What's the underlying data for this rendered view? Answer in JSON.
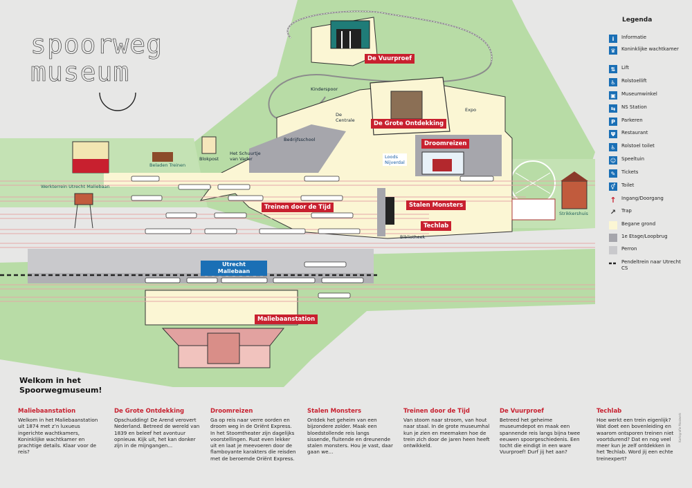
{
  "logo": {
    "line1": "spoorweg",
    "line2": "museum"
  },
  "colors": {
    "red": "#c8202f",
    "green": "#b8dca6",
    "cream": "#fbf6d4",
    "grey_floor": "#a6a6ac",
    "blue": "#1a6fb5",
    "teal": "#1f7c78"
  },
  "map_tags": {
    "vuurproef": "De Vuurproef",
    "grote_ontdekking": "De Grote Ontdekking",
    "droomreizen": "Droomreizen",
    "treinen": "Treinen door de Tijd",
    "stalen": "Stalen Monsters",
    "techlab": "Techlab",
    "maliebaanstation": "Maliebaanstation"
  },
  "map_labels": {
    "kinderspoor": "Kinderspoor",
    "centrale": "De\nCentrale",
    "expo": "Expo",
    "bedrijfsschool": "Bedrijfsschool",
    "schuurtje": "Het Schuurtje\nvan Vader",
    "blokpost": "Blokpost",
    "beladen_treinen": "Beladen Treinen",
    "werkterrein": "Werkterrein Utrecht Maliebaan",
    "loods": "Loods\nNijverdal",
    "bibliotheek": "Bibliotheek",
    "strikkershuis": "Strikkershuis",
    "utrecht_maliebaan": "Utrecht Maliebaan"
  },
  "legend": {
    "title": "Legenda",
    "items": [
      {
        "icon": "info-icon",
        "label": "Informatie"
      },
      {
        "icon": "waiting-room-icon",
        "label": "Koninklijke wachtkamer"
      },
      {
        "icon": "lift-icon",
        "label": "Lift"
      },
      {
        "icon": "wheelchair-lift-icon",
        "label": "Rolstoellift"
      },
      {
        "icon": "shop-icon",
        "label": "Museumwinkel"
      },
      {
        "icon": "ns-station-icon",
        "label": "NS Station"
      },
      {
        "icon": "parking-icon",
        "label": "Parkeren"
      },
      {
        "icon": "restaurant-icon",
        "label": "Restaurant"
      },
      {
        "icon": "wheelchair-toilet-icon",
        "label": "Rolstoel toilet"
      },
      {
        "icon": "playground-icon",
        "label": "Speeltuin"
      },
      {
        "icon": "tickets-icon",
        "label": "Tickets"
      },
      {
        "icon": "toilet-icon",
        "label": "Toilet"
      },
      {
        "icon": "entrance-arrow-icon",
        "label": "Ingang/Doorgang"
      },
      {
        "icon": "stairs-icon",
        "label": "Trap"
      },
      {
        "icon": "ground-floor-swatch",
        "label": "Begane grond"
      },
      {
        "icon": "first-floor-swatch",
        "label": "1e Etage/Loopbrug"
      },
      {
        "icon": "platform-swatch",
        "label": "Perron"
      },
      {
        "icon": "shuttle-train-icon",
        "label": "Pendeltrein naar Utrecht CS"
      }
    ]
  },
  "welcome": {
    "line1": "Welkom in het",
    "line2": "Spoorwegmuseum!"
  },
  "sections": [
    {
      "title": "Maliebaanstation",
      "text": "Welkom in het Maliebaanstation uit 1874 met z’n luxueus ingerichte wachtkamers, Koninklijke wachtkamer en prachtige details. Klaar voor de reis?"
    },
    {
      "title": "De Grote Ontdekking",
      "text": "Opschudding! De Arend verovert Nederland. Betreed de wereld van 1839 en beleef het avontuur opnieuw. Kijk uit, het kan donker zijn in de mijngangen..."
    },
    {
      "title": "Droomreizen",
      "text": "Ga op reis naar verre oorden en droom weg in de Oriënt Express. In het Stoomtheater zijn dagelijks voorstellingen. Rust even lekker uit en laat je meevoeren door de flamboyante karakters die reisden met de beroemde Oriënt Express."
    },
    {
      "title": "Stalen Monsters",
      "text": "Ontdek het geheim van een bijzondere zolder. Maak een bloedstollende reis langs sissende, fluitende en dreunende stalen monsters. Hou je vast, daar gaan we..."
    },
    {
      "title": "Treinen door de Tijd",
      "text": "Van stoom naar stroom, van hout naar staal. In de grote museumhal kun je zien en meemaken hoe de trein zich door de jaren heen heeft ontwikkeld."
    },
    {
      "title": "De Vuurproef",
      "text": "Betreed het geheime museumdepot en maak een spannende reis langs bijna twee eeuwen spoorgeschiedenis. Een tocht die eindigt in een ware Vuurproef! Durf jij het aan?"
    },
    {
      "title": "Techlab",
      "text": "Hoe werkt een trein eigenlijk? Wat doet een bovenleiding en waarom ontsporen treinen niet voortdurend? Dat en nog veel meer kun je zelf ontdekken in het Techlab. Word jij een echte treinexpert?"
    }
  ],
  "credit": "Kartografie Mooiwerk"
}
